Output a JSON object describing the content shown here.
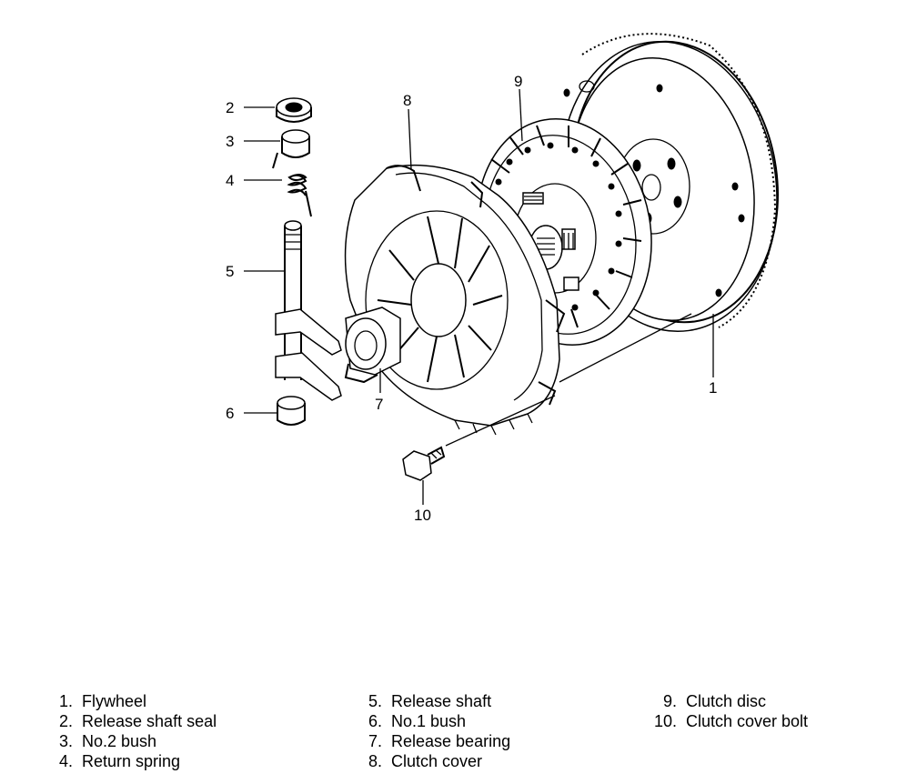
{
  "callouts": [
    "1",
    "2",
    "3",
    "4",
    "5",
    "6",
    "7",
    "8",
    "9",
    "10"
  ],
  "legend": [
    {
      "num": "1.",
      "label": "Flywheel"
    },
    {
      "num": "2.",
      "label": "Release shaft seal"
    },
    {
      "num": "3.",
      "label": "No.2 bush"
    },
    {
      "num": "4.",
      "label": "Return spring"
    },
    {
      "num": "5.",
      "label": "Release shaft"
    },
    {
      "num": "6.",
      "label": "No.1 bush"
    },
    {
      "num": "7.",
      "label": "Release bearing"
    },
    {
      "num": "8.",
      "label": "Clutch cover"
    },
    {
      "num": "9.",
      "label": "Clutch disc"
    },
    {
      "num": "10.",
      "label": "Clutch cover bolt"
    }
  ]
}
